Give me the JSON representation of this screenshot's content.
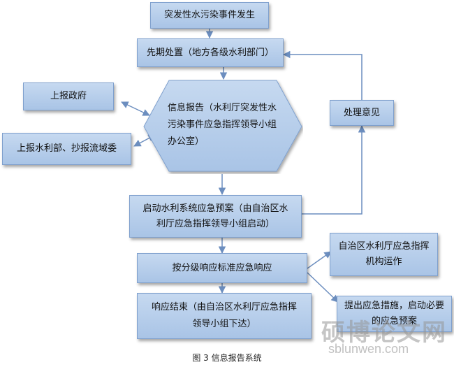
{
  "nodes": {
    "incident": "突发性水污染事件发生",
    "initial_response": "先期处置（地方各级水利部门）",
    "report_gov": "上报政府",
    "report_ministry": "上报水利部、抄报流域委",
    "info_report": "信息报告（水利厅突发性水污染事件应急指挥领导小组办公室）",
    "handling_opinion": "处理意见",
    "activate_plan": "启动水利系统应急预案（由自治区水利厅应急指挥领导小组启动）",
    "graded_response": "按分级响应标准应急响应",
    "agency_operation": "自治区水利厅应急指挥机构运作",
    "response_end": "响应结束（由自治区水利厅应急指挥领导小组下达）",
    "propose_measures": "提出应急措施，启动必要的应急预案"
  },
  "caption": "图 3  信息报告系统",
  "watermark": {
    "site_cn": "硕博论文网",
    "site_url": "sblunwen.com"
  },
  "colors": {
    "box_fill": "#b8cfeb",
    "box_border": "#7fa0cd",
    "arrow": "#6c8ebf"
  }
}
